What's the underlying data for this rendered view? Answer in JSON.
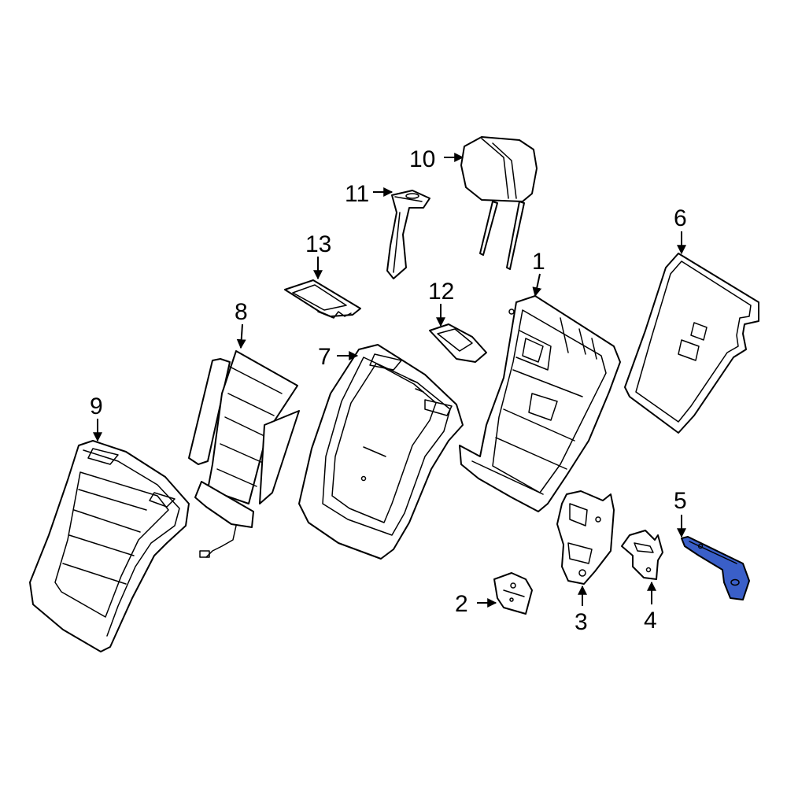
{
  "callouts": {
    "c1": "1",
    "c2": "2",
    "c3": "3",
    "c4": "4",
    "c5": "5",
    "c6": "6",
    "c7": "7",
    "c8": "8",
    "c9": "9",
    "c10": "10",
    "c11": "11",
    "c12": "12",
    "c13": "13"
  },
  "colors": {
    "highlight": "#3a5fc8",
    "line": "#000000",
    "background": "#ffffff"
  }
}
